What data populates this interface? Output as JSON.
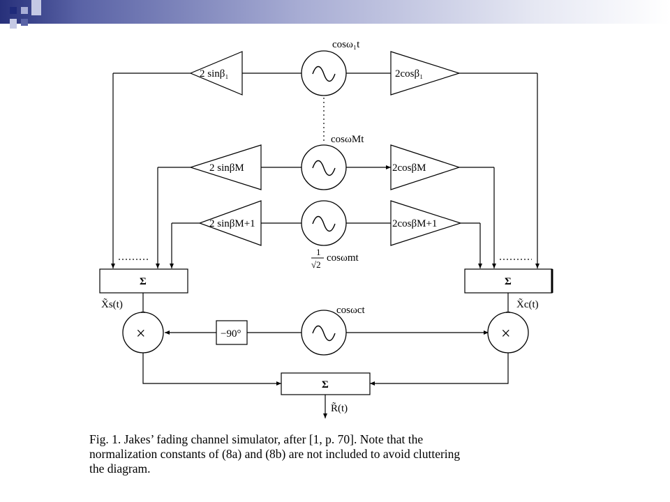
{
  "colors": {
    "header_dark": "#1f2a7a",
    "header_light": "#dfe2f0",
    "square_light": "#a9aed6"
  },
  "diagram": {
    "oscillators": {
      "osc1": "cosω₁t",
      "oscM": "cosωMt",
      "oscM1_num": "1",
      "oscM1_den": "√2",
      "oscM1_tail": "cosωmt",
      "carrier": "cosωct"
    },
    "sin_gains": {
      "g1": "2 sinβ₁",
      "gM": "2 sinβM",
      "gM1": "2 sinβM+1"
    },
    "cos_gains": {
      "g1": "2cosβ₁",
      "gM": "2cosβM",
      "gM1": "2cosβM+1"
    },
    "summers": {
      "left": "Σ",
      "right": "Σ",
      "bottom": "Σ"
    },
    "signals": {
      "xs": "X̃s(t)",
      "xc": "X̃c(t)",
      "r": "R̃(t)"
    },
    "phase_shifter": "−90°",
    "multiplier_symbol": "×"
  },
  "caption": {
    "line1": "Fig. 1.  Jakes’ fading channel simulator, after [1, p. 70]. Note that the",
    "line2": "normalization constants of (8a) and (8b) are not included to avoid cluttering",
    "line3": "the diagram."
  }
}
